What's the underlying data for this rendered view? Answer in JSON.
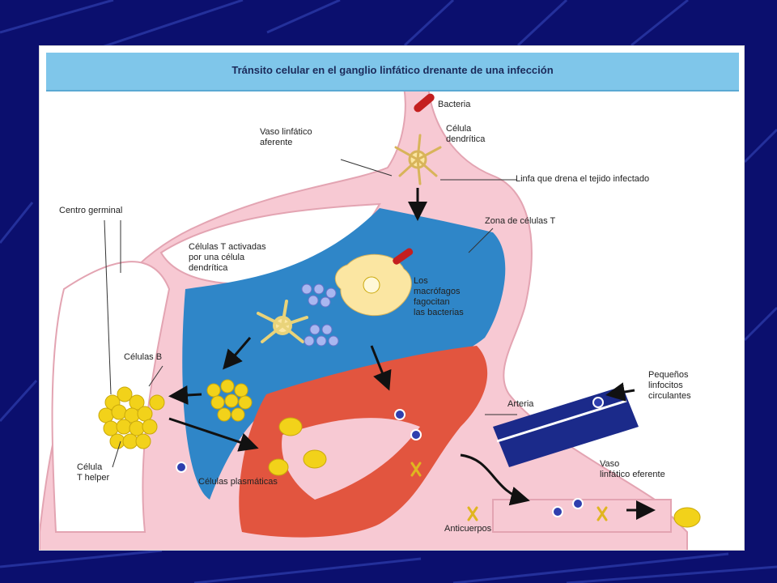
{
  "title": "Tránsito celular en el ganglio linfático drenante de una infección",
  "labels": {
    "bacteria": "Bacteria",
    "dendritic_cell": "Célula\ndendrítica",
    "afferent_vessel": "Vaso linfático\naferente",
    "lymph": "Linfa que drena el tejido infectado",
    "germinal_center": "Centro germinal",
    "t_zone": "Zona de células T",
    "activated_t": "Células T activadas\npor una célula\ndendrítica",
    "macrophages": "Los\nmacrófagos\nfagocitan\nlas bacterias",
    "b_cells": "Células B",
    "helper_t": "Célula\nT helper",
    "plasma_cells": "Células plasmáticas",
    "artery": "Arteria",
    "small_lymphocytes": "Pequeños\nlinfocitos\ncirculantes",
    "efferent_vessel": "Vaso\nlinfático eferente",
    "antibodies": "Anticuerpos"
  },
  "colors": {
    "background": "#0b0f6e",
    "title_band": "#7fc6ea",
    "node_tissue": "#f7c9d3",
    "t_zone": "#2f86c8",
    "medulla": "#e2553f",
    "b_cell": "#f2d21a",
    "artery": "#1b2a8a"
  }
}
